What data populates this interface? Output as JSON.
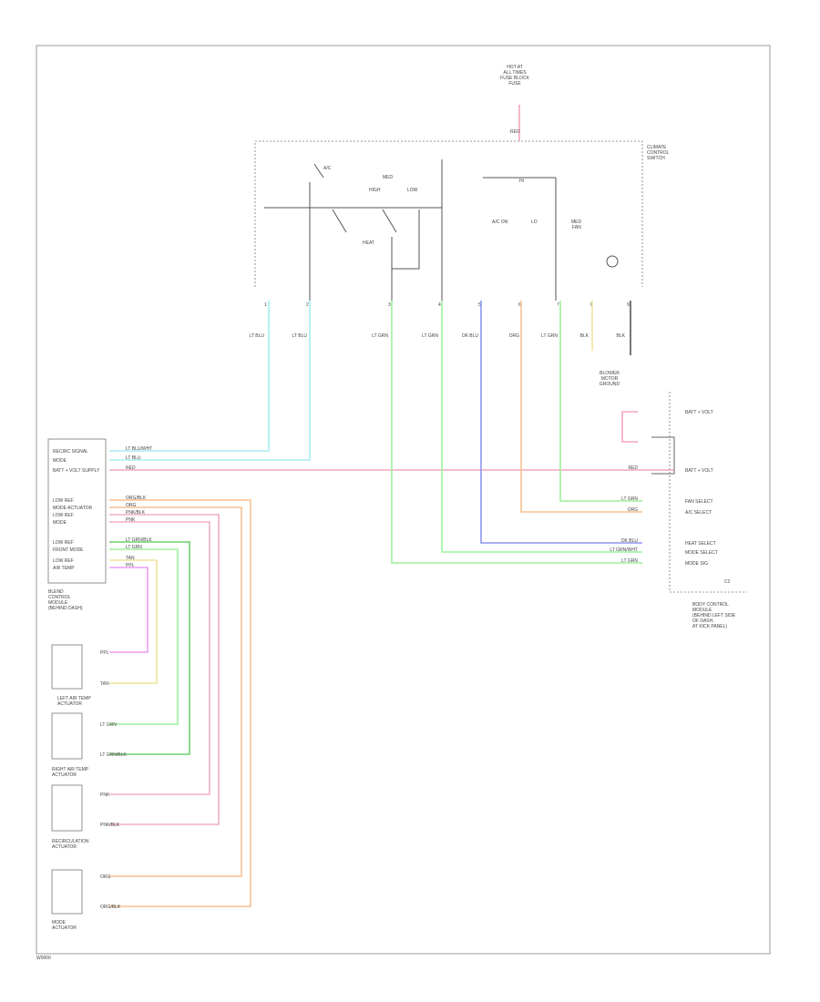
{
  "colors": {
    "lt_blu": "#a7ecf2",
    "red": "#f4a6b8",
    "lt_grn": "#9cf09c",
    "dk_blu": "#8c96ee",
    "orange": "#f7c191",
    "dk_grn": "#6bcf6b",
    "pink": "#f2aeca",
    "ppl": "#ee9bf0",
    "tan": "#f0e29c",
    "blk": "#555555"
  },
  "labels": {
    "top_source": [
      "HOT AT",
      "ALL TIMES",
      "FUSE BLOCK",
      "FUSE"
    ],
    "top_wire": "RED",
    "climate_switch": [
      "CLIMATE",
      "CONTROL",
      "SWITCH"
    ],
    "ac_label": "A/C",
    "heat_labels": [
      "HIGH",
      "MED",
      "LOW"
    ],
    "heat_bottom": "HEAT",
    "ac_on": "A/C ON",
    "fan_labels": [
      "LO",
      "MED",
      "HI"
    ],
    "fan_bottom": "FAN",
    "sw_wires": [
      "LT BLU",
      "LT BLU",
      "LT GRN",
      "LT GRN",
      "DK BLU",
      "ORG",
      "LT GRN",
      "BLK",
      "BLK"
    ],
    "sw_pins": [
      "1",
      "2",
      "3",
      "4",
      "5",
      "6",
      "7",
      "8",
      "9"
    ],
    "blower_ground": [
      "BLOWER",
      "MOTOR",
      "GROUND"
    ],
    "left_box_pins": [
      "RECIRC SIGNAL",
      "MODE",
      "BATT + VOLT SUPPLY",
      "",
      "LOW REF",
      "MODE ACTUATOR",
      "LOW REF",
      "MODE",
      "LOW REF",
      "FRONT MODE",
      "LOW REF",
      "AIR TEMP"
    ],
    "left_box_wires": [
      "LT BLU/WHT",
      "LT BLU",
      "RED",
      "",
      "ORG/BLK",
      "ORG",
      "PNK/BLK",
      "PNK",
      "LT GRN/BLK",
      "LT GRN",
      "TAN",
      "PPL"
    ],
    "left_box_title": [
      "BLEND",
      "CONTROL",
      "MODULE",
      "(BEHIND DASH)"
    ],
    "right_box_pins": [
      "BATT + VOLT",
      "",
      "BATT + VOLT",
      "",
      "FAN SELECT",
      "A/C SELECT",
      "",
      "HEAT SELECT",
      "MODE SELECT",
      "MODE SIG"
    ],
    "right_box_wires": [
      "",
      "",
      "RED",
      "",
      "LT GRN",
      "ORG",
      "",
      "DK BLU",
      "LT GRN/WHT",
      "LT GRN"
    ],
    "right_box_title": [
      "BODY CONTROL",
      "MODULE",
      "(BEHIND LEFT SIDE",
      "OF DASH,",
      "AT KICK PANEL)"
    ],
    "right_box_sub": "C2",
    "actuator1_wires": [
      "PPL",
      "TAN"
    ],
    "actuator1_title": [
      "LEFT AIR TEMP",
      "ACTUATOR"
    ],
    "actuator2_wires": [
      "LT GRN",
      "LT GRN/BLK"
    ],
    "actuator2_title": [
      "RIGHT AIR TEMP",
      "ACTUATOR"
    ],
    "actuator3_wires": [
      "PNK",
      "PNK/BLK"
    ],
    "actuator3_title": [
      "RECIRCULATION",
      "ACTUATOR"
    ],
    "actuator4_wires": [
      "ORG",
      "ORG/BLK"
    ],
    "actuator4_title": [
      "MODE",
      "ACTUATOR"
    ],
    "corner_id": "W0000"
  }
}
